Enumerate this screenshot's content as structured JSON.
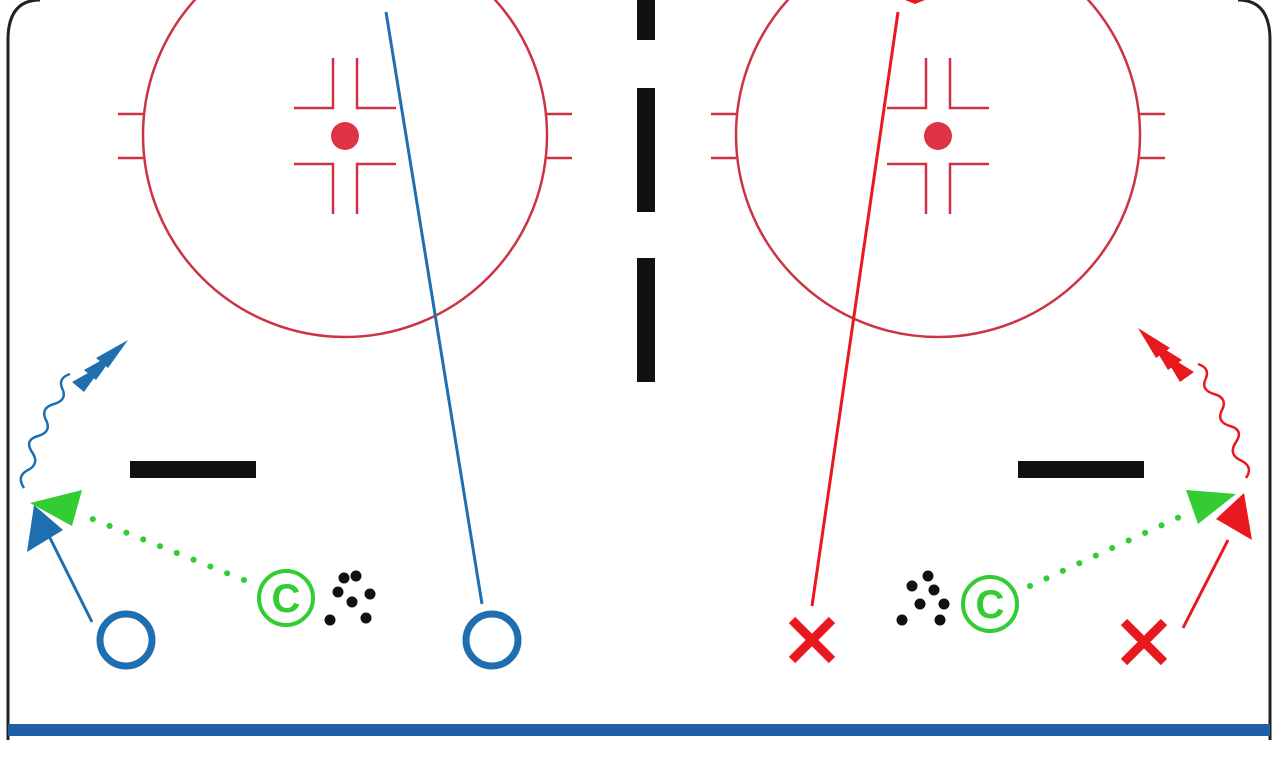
{
  "diagram": {
    "type": "hockey-drill",
    "colors": {
      "board": "#222222",
      "faceoff": "#cc3344",
      "blue_line": "#1f5fa8",
      "team_o": "#1f6fb0",
      "team_x": "#e8191e",
      "coach": "#33cc33",
      "pucks": "#111111",
      "center_dash": "#111111"
    },
    "coaches": [
      {
        "label": "C"
      },
      {
        "label": "C"
      }
    ],
    "players": [
      {
        "team": "O",
        "icon": "circle-o"
      },
      {
        "team": "O",
        "icon": "circle-o"
      },
      {
        "team": "X",
        "icon": "cross-x"
      },
      {
        "team": "X",
        "icon": "cross-x"
      }
    ],
    "icons": [
      "faceoff-circle",
      "faceoff-dot",
      "hash-marks",
      "puck-pile",
      "pass-arrow",
      "skate-arrow",
      "shot-arrow"
    ]
  }
}
